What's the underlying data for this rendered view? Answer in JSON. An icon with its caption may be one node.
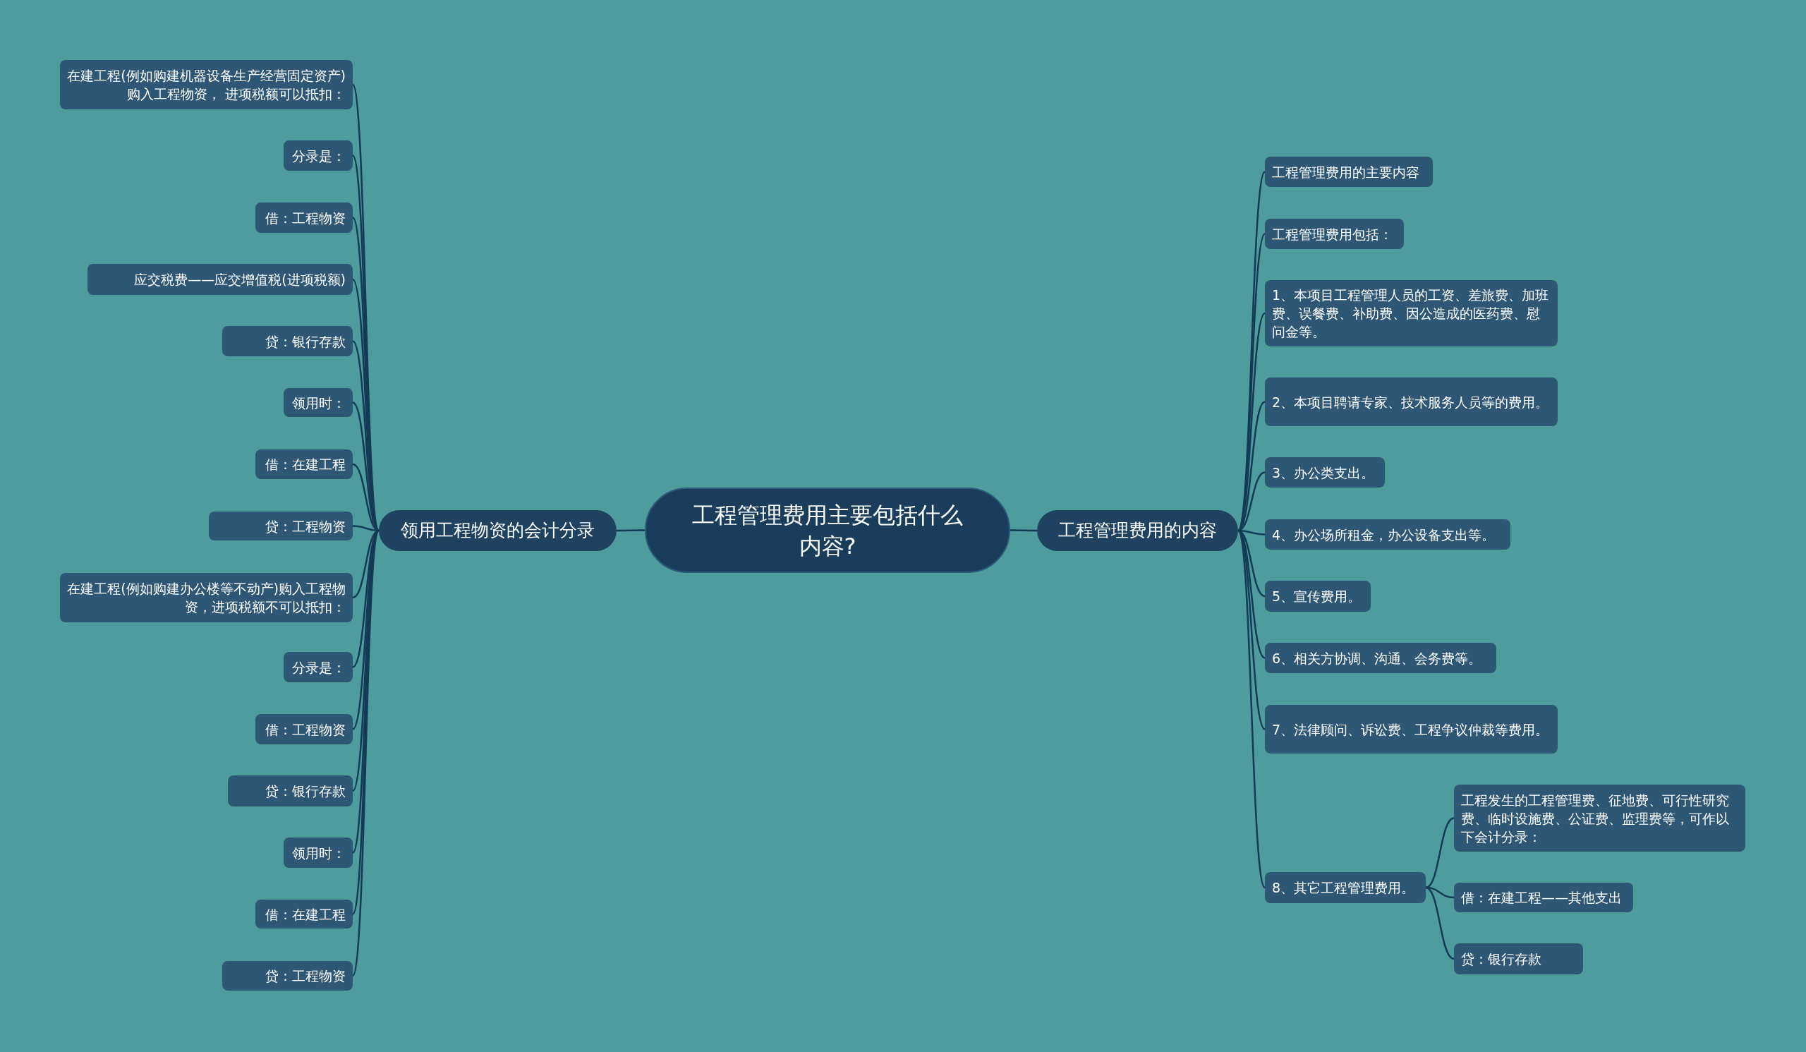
{
  "diagram": {
    "nodes": [
      {
        "text": [
          "工程管理费用主要包括什么内容?"
        ]
      },
      {
        "text": [
          "领用工程物资的会计分录"
        ]
      },
      {
        "text": [
          "工程管理费用的内容"
        ]
      },
      {
        "text": [
          "在建工程(例如购建机器设备生产经营固定资产)购入工程物资， 进项税额可以抵扣："
        ]
      },
      {
        "text": [
          "分录是："
        ]
      },
      {
        "text": [
          "借：工程物资"
        ]
      },
      {
        "text": [
          "应交税费——应交增值税(进项税额)"
        ]
      },
      {
        "text": [
          "贷：银行存款"
        ]
      },
      {
        "text": [
          "领用时："
        ]
      },
      {
        "text": [
          "借：在建工程"
        ]
      },
      {
        "text": [
          "贷：工程物资"
        ]
      },
      {
        "text": [
          "在建工程(例如购建办公楼等不动产)购入工程物资，进项税额不可以抵扣："
        ]
      },
      {
        "text": [
          "分录是："
        ]
      },
      {
        "text": [
          "借：工程物资"
        ]
      },
      {
        "text": [
          "贷：银行存款"
        ]
      },
      {
        "text": [
          "领用时："
        ]
      },
      {
        "text": [
          "借：在建工程"
        ]
      },
      {
        "text": [
          "贷：工程物资"
        ]
      },
      {
        "text": [
          "工程管理费用的主要内容"
        ]
      },
      {
        "text": [
          "工程管理费用包括："
        ]
      },
      {
        "text": [
          "1、本项目工程管理人员的工资、差旅费、加班费、误餐费、补助费、因公造成的医药费、慰问金等。"
        ]
      },
      {
        "text": [
          "2、本项目聘请专家、技术服务人员等的费用。"
        ]
      },
      {
        "text": [
          "3、办公类支出。"
        ]
      },
      {
        "text": [
          "4、办公场所租金，办公设备支出等。"
        ]
      },
      {
        "text": [
          "5、宣传费用。"
        ]
      },
      {
        "text": [
          "6、相关方协调、沟通、会务费等。"
        ]
      },
      {
        "text": [
          "7、法律顾问、诉讼费、工程争议仲裁等费用。"
        ]
      },
      {
        "text": [
          "8、其它工程管理费用。"
        ]
      },
      {
        "text": [
          "工程发生的工程管理费、征地费、可行性研究费、临时设施费、公证费、监理费等，可作以下会计分录："
        ]
      },
      {
        "text": [
          "借：在建工程——其他支出"
        ]
      },
      {
        "text": [
          "贷：银行存款"
        ]
      }
    ],
    "edges": [
      {
        "from": 0,
        "to": 1,
        "arrow": "none"
      },
      {
        "from": 0,
        "to": 2,
        "arrow": "none"
      },
      {
        "from": 1,
        "to": 3,
        "arrow": "none"
      },
      {
        "from": 1,
        "to": 4,
        "arrow": "none"
      },
      {
        "from": 1,
        "to": 5,
        "arrow": "none"
      },
      {
        "from": 1,
        "to": 6,
        "arrow": "none"
      },
      {
        "from": 1,
        "to": 7,
        "arrow": "none"
      },
      {
        "from": 1,
        "to": 8,
        "arrow": "none"
      },
      {
        "from": 1,
        "to": 9,
        "arrow": "none"
      },
      {
        "from": 1,
        "to": 10,
        "arrow": "none"
      },
      {
        "from": 1,
        "to": 11,
        "arrow": "none"
      },
      {
        "from": 1,
        "to": 12,
        "arrow": "none"
      },
      {
        "from": 1,
        "to": 13,
        "arrow": "none"
      },
      {
        "from": 1,
        "to": 14,
        "arrow": "none"
      },
      {
        "from": 1,
        "to": 15,
        "arrow": "none"
      },
      {
        "from": 1,
        "to": 16,
        "arrow": "none"
      },
      {
        "from": 1,
        "to": 17,
        "arrow": "none"
      },
      {
        "from": 2,
        "to": 18,
        "arrow": "none"
      },
      {
        "from": 2,
        "to": 19,
        "arrow": "none"
      },
      {
        "from": 2,
        "to": 20,
        "arrow": "none"
      },
      {
        "from": 2,
        "to": 21,
        "arrow": "none"
      },
      {
        "from": 2,
        "to": 22,
        "arrow": "none"
      },
      {
        "from": 2,
        "to": 23,
        "arrow": "none"
      },
      {
        "from": 2,
        "to": 24,
        "arrow": "none"
      },
      {
        "from": 2,
        "to": 25,
        "arrow": "none"
      },
      {
        "from": 2,
        "to": 26,
        "arrow": "none"
      },
      {
        "from": 2,
        "to": 27,
        "arrow": "none"
      },
      {
        "from": 27,
        "to": 28,
        "arrow": "none"
      },
      {
        "from": 27,
        "to": 29,
        "arrow": "none"
      },
      {
        "from": 27,
        "to": 30,
        "arrow": "none"
      }
    ]
  }
}
